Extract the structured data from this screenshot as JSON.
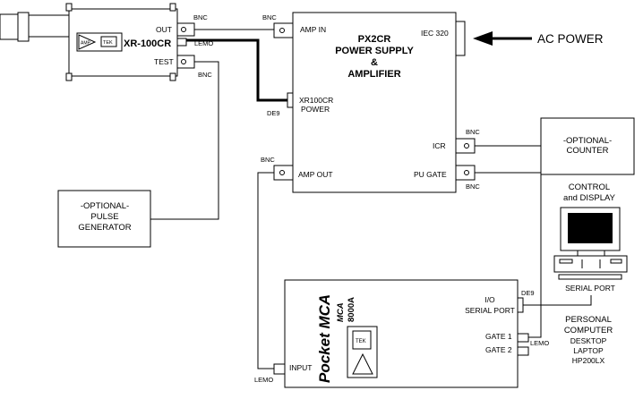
{
  "xr100": {
    "name": "XR-100CR",
    "inner_label_1": "AMP",
    "inner_label_2": "TEK",
    "out_label": "OUT",
    "test_label": "TEST",
    "bnc_out": "BNC",
    "bnc_test": "BNC",
    "lemo": "LEMO"
  },
  "px2cr": {
    "title_1": "PX2CR",
    "title_2": "POWER SUPPLY",
    "title_3": "&",
    "title_4": "AMPLIFIER",
    "amp_in": "AMP IN",
    "iec": "IEC 320",
    "xr_power_1": "XR100CR",
    "xr_power_2": "POWER",
    "de9": "DE9",
    "icr": "ICR",
    "amp_out": "AMP OUT",
    "pu_gate": "PU GATE",
    "bnc_amp_in": "BNC",
    "bnc_icr": "BNC",
    "bnc_amp_out": "BNC",
    "bnc_pu_gate": "BNC"
  },
  "ac_power": "AC POWER",
  "counter": {
    "line_1": "-OPTIONAL-",
    "line_2": "COUNTER"
  },
  "pulse_gen": {
    "line_1": "-OPTIONAL-",
    "line_2": "PULSE",
    "line_3": "GENERATOR"
  },
  "pc": {
    "control_1": "CONTROL",
    "control_2": "and DISPLAY",
    "serial_port": "SERIAL PORT",
    "label_1": "PERSONAL",
    "label_2": "COMPUTER",
    "label_3": "DESKTOP",
    "label_4": "LAPTOP",
    "label_5": "HP200LX"
  },
  "mca": {
    "title": "Pocket MCA",
    "model_1": "MCA",
    "model_2": "8000A",
    "inner_label": "TEK",
    "io_1": "I/O",
    "io_2": "SERIAL PORT",
    "de9": "DE9",
    "gate_1": "GATE 1",
    "gate_2": "GATE 2",
    "lemo_gate": "LEMO",
    "input": "INPUT",
    "lemo_input": "LEMO"
  }
}
